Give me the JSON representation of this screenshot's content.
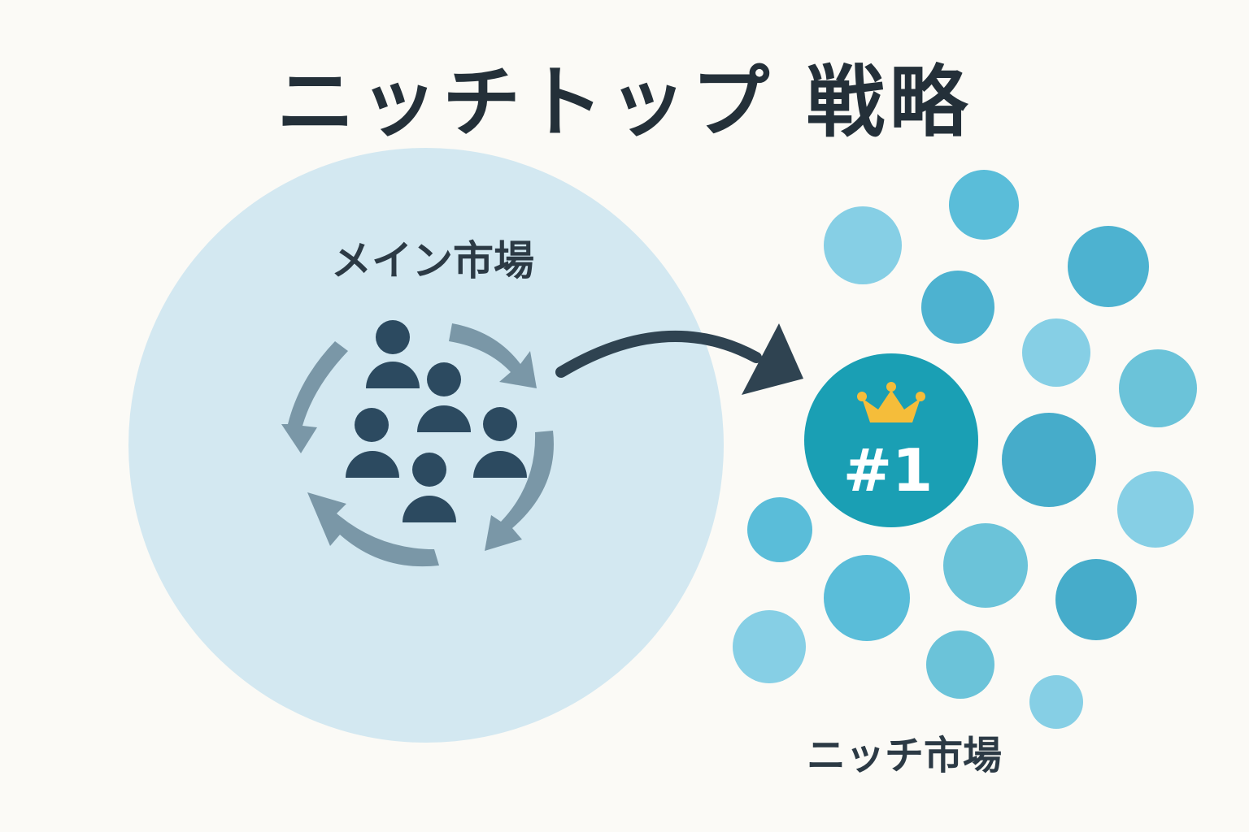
{
  "title": "ニッチトップ 戦略",
  "main_market": {
    "label": "メイン市場",
    "icons": [
      "people-group-icon",
      "cycle-arrows-icon"
    ]
  },
  "niche_market": {
    "label": "ニッチ市場",
    "rank_label": "#1",
    "icons": [
      "crown-icon"
    ]
  },
  "colors": {
    "background": "#fbfaf6",
    "main_circle": "#d3e8f1",
    "people": "#2c4a60",
    "cycle_arrows": "#7a97a7",
    "transition_arrow": "#2f4351",
    "rank_circle": "#1a9fb4",
    "crown": "#f5bd3a",
    "niche_circles": [
      "#5abdd9",
      "#86cfe5",
      "#4db2d0",
      "#6bc3d9"
    ]
  }
}
